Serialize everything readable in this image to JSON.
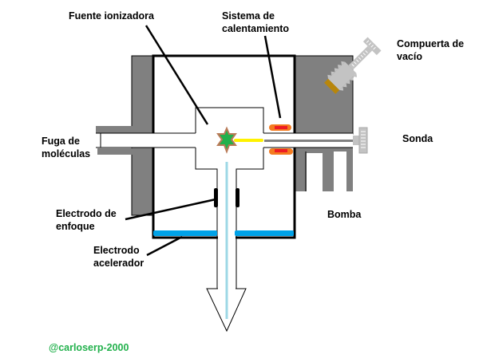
{
  "title": "Mass spectrometer ion source diagram",
  "labels": {
    "ion_source": "Fuente ionizadora",
    "heating_1": "Sistema de",
    "heating_2": "calentamiento",
    "vacuum_gate_1": "Compuerta de",
    "vacuum_gate_2": "vacío",
    "leak_1": "Fuga de",
    "leak_2": "moléculas",
    "probe": "Sonda",
    "focus_electrode_1": "Electrodo de",
    "focus_electrode_2": "enfoque",
    "pump": "Bomba",
    "accel_electrode_1": "Electrodo",
    "accel_electrode_2": "acelerador",
    "watermark": "@carloserp-2000"
  },
  "colors": {
    "housing": "#808080",
    "outline": "#000000",
    "ion_beam": "#9ed8e6",
    "accelerator": "#00a2e8",
    "heater_outer": "#f47b20",
    "heater_inner": "#ed1c24",
    "filament_beam": "#fff200",
    "source_star_fill": "#22b14c",
    "source_star_edge": "#b97a57",
    "probe_rod": "#808080",
    "valve_body": "#c3c3c3",
    "valve_seal": "#b8860b",
    "watermark": "#22b14c"
  }
}
